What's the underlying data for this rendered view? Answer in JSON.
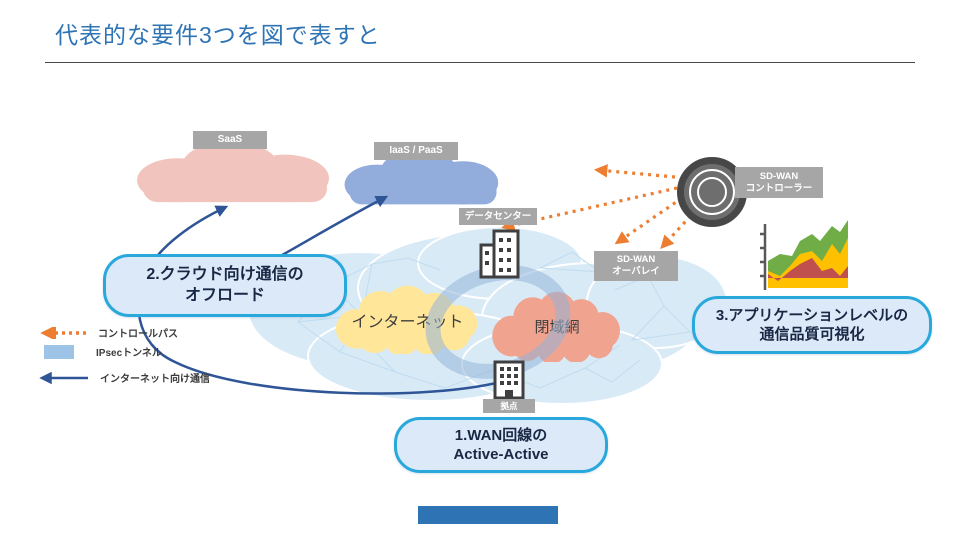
{
  "title": {
    "text": "代表的な要件3つを図で表すと"
  },
  "clouds": {
    "saas": {
      "label": "SaaS"
    },
    "iaas_paas": {
      "label": "IaaS / PaaS"
    },
    "internet": {
      "label": "インターネット"
    },
    "closed_net": {
      "label": "閉域網"
    }
  },
  "nodes": {
    "datacenter": {
      "label": "データセンター"
    },
    "branch": {
      "label": "拠点"
    },
    "sdwan_controller": {
      "label_line1": "SD-WAN",
      "label_line2": "コントローラー"
    },
    "sdwan_overlay": {
      "label_line1": "SD-WAN",
      "label_line2": "オーバレイ"
    }
  },
  "callouts": {
    "req1": {
      "line1": "1.WAN回線の",
      "line2": "Active-Active"
    },
    "req2": {
      "line1": "2.クラウド向け通信の",
      "line2": "オフロード"
    },
    "req3": {
      "line1": "3.アプリケーションレベルの",
      "line2": "通信品質可視化"
    }
  },
  "legend": {
    "control_path": "コントロールパス",
    "ipsec_tunnel": "IPsecトンネル",
    "internet_traffic": "インターネット向け通信"
  },
  "colors": {
    "title": "#2E74B5",
    "saas_cloud": "#F2C4BE",
    "iaas_cloud": "#92ACDC",
    "internet_cloud": "#FFE699",
    "closed_net_cloud": "#F0A38E",
    "label_bg": "#A6A6A6",
    "callout_fill": "#DCE9F8",
    "callout_border": "#29A8DC",
    "control_path_arrow": "#ED7D31",
    "internet_traffic_arrow": "#2F5597",
    "wan_cloud": "#D9EAF7",
    "ipsec_ring": "#9DC3E6",
    "footer_bar": "#2E74B5"
  }
}
